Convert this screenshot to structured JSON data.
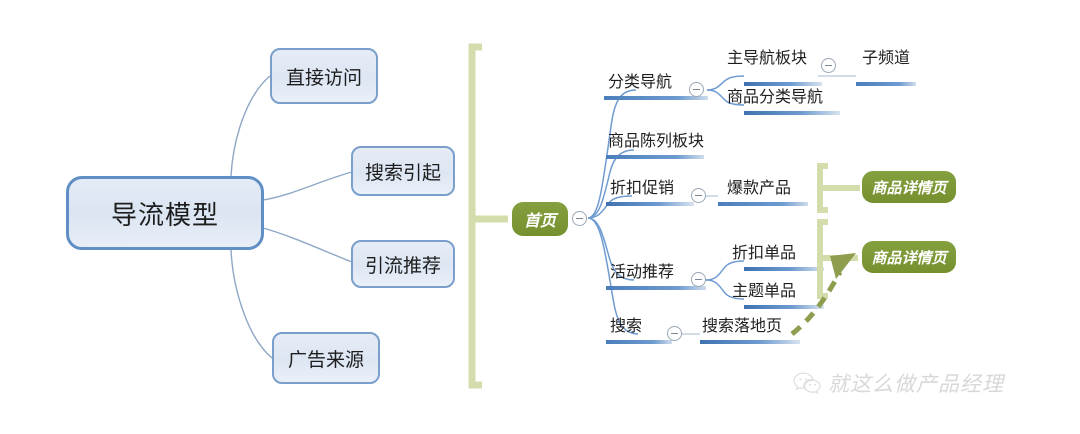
{
  "diagram": {
    "title": "导流模型",
    "root": {
      "label": "导流模型"
    },
    "sources": [
      {
        "label": "直接访问"
      },
      {
        "label": "搜索引起"
      },
      {
        "label": "引流推荐"
      },
      {
        "label": "广告来源"
      }
    ],
    "home": {
      "label": "首页"
    },
    "branches": [
      {
        "label": "分类导航",
        "children": [
          {
            "label": "主导航板块",
            "children": [
              {
                "label": "子频道"
              }
            ]
          },
          {
            "label": "商品分类导航"
          }
        ]
      },
      {
        "label": "商品陈列板块",
        "children": []
      },
      {
        "label": "折扣促销",
        "children": [
          {
            "label": "爆款产品"
          }
        ]
      },
      {
        "label": "活动推荐",
        "children": [
          {
            "label": "折扣单品"
          },
          {
            "label": "主题单品"
          }
        ]
      },
      {
        "label": "搜索",
        "children": [
          {
            "label": "搜索落地页"
          }
        ]
      }
    ],
    "targets": [
      {
        "label": "商品详情页"
      },
      {
        "label": "商品详情页"
      }
    ]
  },
  "watermark": {
    "icon": "wechat-icon",
    "text": "就这么做产品经理"
  },
  "colors": {
    "root_border": "#5f8fc4",
    "root_fill": "#dde6f3",
    "node_border": "#7a9fcb",
    "green": "#7c9a33",
    "bracket": "#d3dcab",
    "underline": "#4a7ebb",
    "connector": "#8fa7c4"
  }
}
